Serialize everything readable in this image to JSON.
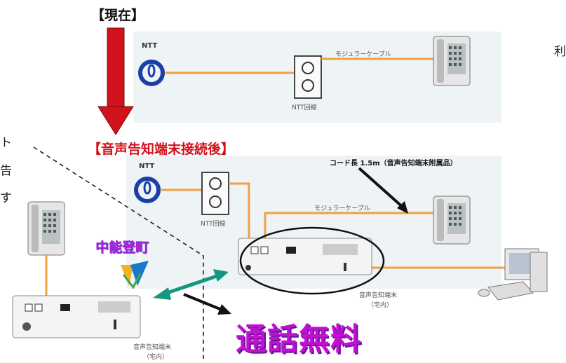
{
  "headings": {
    "current": "【現在】",
    "after": "【音声告知端末接続後】"
  },
  "labels": {
    "ntt_top": "NTT",
    "ntt_mid": "NTT",
    "modular_cable_top": "モジュラーケーブル",
    "modular_cable_mid": "モジュラーケーブル",
    "ntt_line_top": "NTT回線",
    "ntt_line_mid": "NTT回線",
    "cord_length": "コード長 1.5m（音声告知端末附属品）",
    "terminal_main": "音声告知端末",
    "terminal_main_sub": "（宅内）",
    "terminal_left": "音声告知端末",
    "terminal_left_sub": "（宅内）"
  },
  "logo": {
    "town_name": "中能登町"
  },
  "free_call": "通話無料",
  "cut_text": [
    "利",
    "ト",
    "告",
    "す"
  ],
  "colors": {
    "red": "#d0121b",
    "orange": "#f0a040",
    "teal": "#159680",
    "purple": "#b010c0",
    "ntt_blue": "#1a3fa8"
  }
}
